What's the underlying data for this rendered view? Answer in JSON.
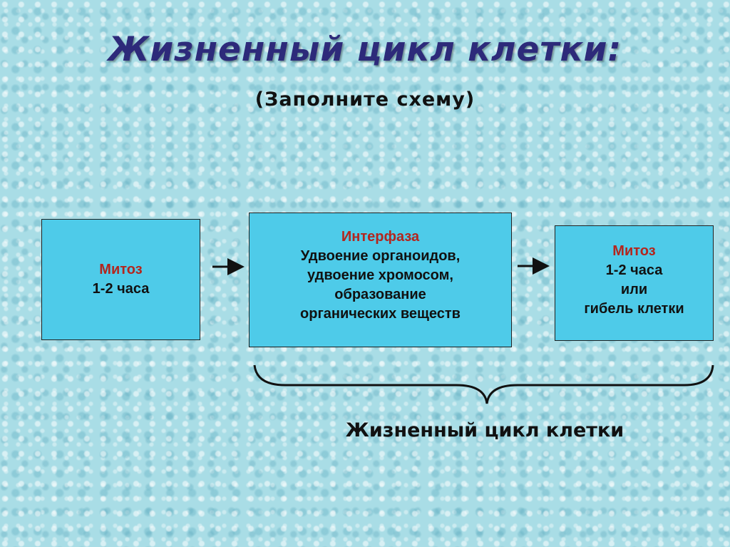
{
  "title": "Жизненный цикл клетки:",
  "subtitle": "(Заполните схему)",
  "box_mitosis_1": {
    "label": "Митоз",
    "duration": "1-2 часа"
  },
  "box_interphase": {
    "label": "Интерфаза",
    "lines": [
      "Удвоение органоидов,",
      "удвоение хромосом,",
      "образование",
      "органических веществ"
    ]
  },
  "box_mitosis_2": {
    "label": "Митоз",
    "lines": [
      "1-2 часа",
      "или",
      "гибель  клетки"
    ]
  },
  "caption": "Жизненный цикл клетки",
  "colors": {
    "box_fill": "#4ecbe9",
    "label_red": "#b3261e",
    "title": "#2d2a7a",
    "background": "#a9dde6"
  }
}
